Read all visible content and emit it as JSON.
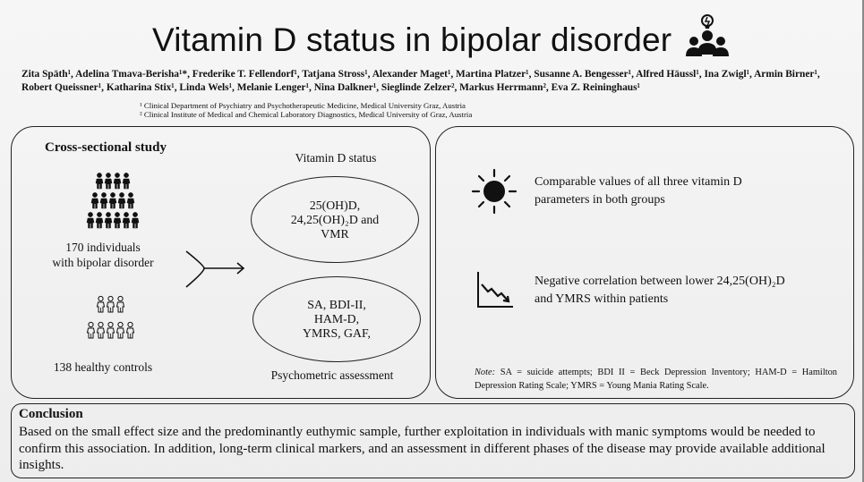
{
  "header": {
    "title": "Vitamin D status in bipolar disorder",
    "authors": "Zita Späth¹, Adelina Tmava-Berisha¹*, Frederike T. Fellendorf¹, Tatjana Stross¹, Alexander Maget¹, Martina Platzer¹, Susanne A. Bengesser¹, Alfred Häussl¹, Ina Zwigl¹, Armin Birner¹, Robert Queissner¹, Katharina Stix¹, Linda Wels¹, Melanie Lenger¹, Nina Dalkner¹, Sieglinde Zelzer², Markus Herrmann², Eva Z. Reininghaus¹",
    "affiliations": [
      "¹  Clinical Department of Psychiatry and Psychotherapeutic Medicine, Medical University Graz, Austria",
      "²  Clinical Institute of Medical and Chemical Laboratory Diagnostics, Medical University of Graz, Austria"
    ],
    "icon": "team-lightbulb-icon"
  },
  "study": {
    "title": "Cross-sectional study",
    "patients_label": "170 individuals with bipolar disorder",
    "patients_label_line1": "170 individuals",
    "patients_label_line2": "with bipolar disorder",
    "controls_label": "138 healthy controls",
    "vitd_heading": "Vitamin D status",
    "vitd_line1": "25(OH)D,",
    "vitd_line2": "24,25(OH)₂D and",
    "vitd_line3": "VMR",
    "psych_line1": "SA, BDI-II,",
    "psych_line2": "HAM-D,",
    "psych_line3": "YMRS, GAF,",
    "psych_heading": "Psychometric assessment",
    "icons": [
      "patients-crowd-icon",
      "controls-crowd-icon",
      "branch-arrow-icon"
    ]
  },
  "results": {
    "finding1_line1": "Comparable values of all three vitamin D",
    "finding1_line2": "parameters in both groups",
    "finding2_line1": "Negative correlation between lower 24,25(OH)₂D",
    "finding2_line2": "and YMRS within patients",
    "note_label": "Note:",
    "note_text": " SA = suicide attempts; BDI II = Beck Depression Inventory; HAM-D = Hamilton Depression Rating Scale; YMRS = Young Mania Rating Scale.",
    "icons": [
      "sun-icon",
      "declining-chart-icon"
    ]
  },
  "conclusion": {
    "title": "Conclusion",
    "text": "Based on the small effect size and the predominantly euthymic sample, further exploitation in individuals with manic symptoms would be needed to confirm this association. In addition, long-term clinical markers, and an assessment in different phases of the disease may provide available additional insights."
  }
}
